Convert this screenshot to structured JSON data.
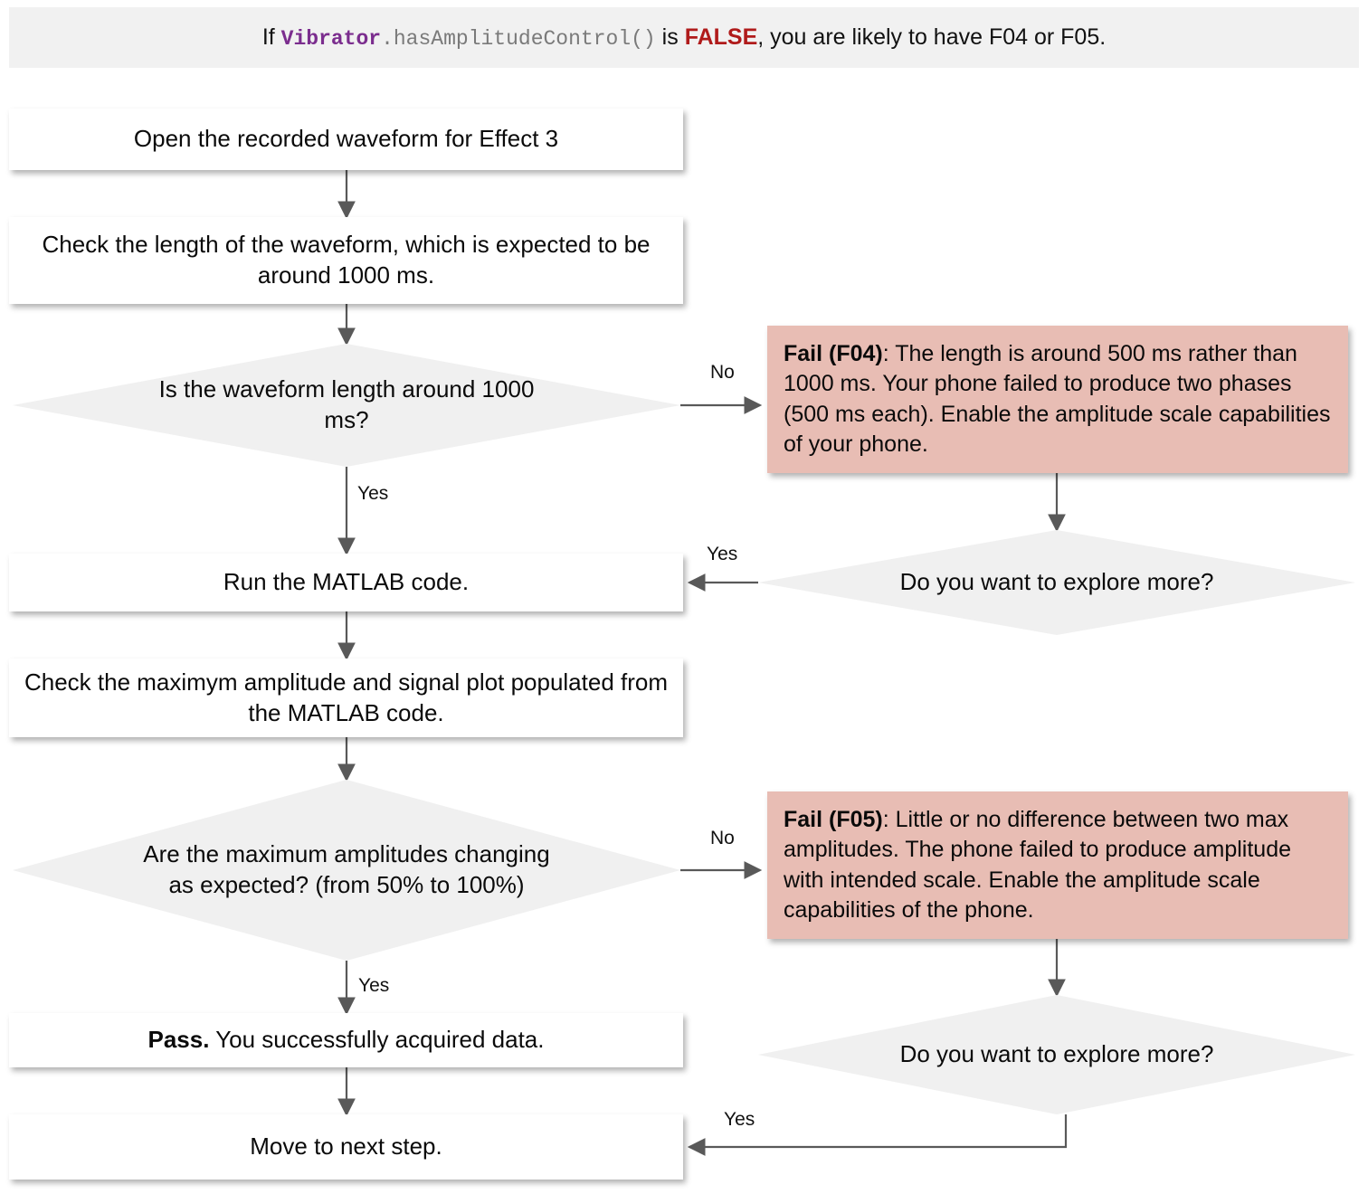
{
  "header": {
    "prefix": "If ",
    "class_name": "Vibrator",
    "method": ".hasAmplitudeControl()",
    "middle": " is ",
    "keyword": "FALSE",
    "suffix": ", you are likely to have F04 or F05.",
    "background_color": "#f1f1f1",
    "class_color": "#7b2d8e",
    "method_color": "#7a7a7a",
    "keyword_color": "#b01b1b"
  },
  "colors": {
    "process_fill": "#ffffff",
    "decision_fill": "#f0f0f0",
    "fail_fill": "#e8bdb4",
    "edge_stroke": "#595959",
    "text": "#0a0a0a"
  },
  "nodes": {
    "open_waveform": {
      "label": "Open the recorded waveform for Effect 3",
      "type": "process"
    },
    "check_length": {
      "label": "Check the length of the waveform, which is expected to be around 1000 ms.",
      "type": "process"
    },
    "q_length": {
      "label": "Is the waveform length around 1000 ms?",
      "type": "decision"
    },
    "fail_f04": {
      "code": "Fail (F04)",
      "body": ": The length is around 500 ms rather than 1000 ms. Your phone failed to produce two phases (500 ms each). Enable the amplitude scale capabilities of your phone.",
      "type": "fail"
    },
    "q_explore_1": {
      "label": "Do you want to explore more?",
      "type": "decision"
    },
    "run_matlab": {
      "label": "Run the MATLAB code.",
      "type": "process"
    },
    "check_amplitude": {
      "label": "Check the maximym amplitude and signal plot populated from the MATLAB code.",
      "type": "process"
    },
    "q_amplitude": {
      "label": "Are the maximum amplitudes changing as expected? (from 50% to 100%)",
      "type": "decision"
    },
    "fail_f05": {
      "code": "Fail (F05)",
      "body": ": Little or no difference between two max amplitudes. The phone failed to produce amplitude with intended scale. Enable the amplitude scale capabilities of the phone.",
      "type": "fail"
    },
    "q_explore_2": {
      "label": "Do you want to explore more?",
      "type": "decision"
    },
    "pass": {
      "code": "Pass.",
      "body": " You successfully acquired data.",
      "type": "process"
    },
    "next_step": {
      "label": "Move to next step.",
      "type": "process"
    }
  },
  "edge_labels": {
    "q_length_no": "No",
    "q_length_yes": "Yes",
    "q_explore_1_yes": "Yes",
    "q_amplitude_no": "No",
    "q_amplitude_yes": "Yes",
    "q_explore_2_yes": "Yes"
  }
}
